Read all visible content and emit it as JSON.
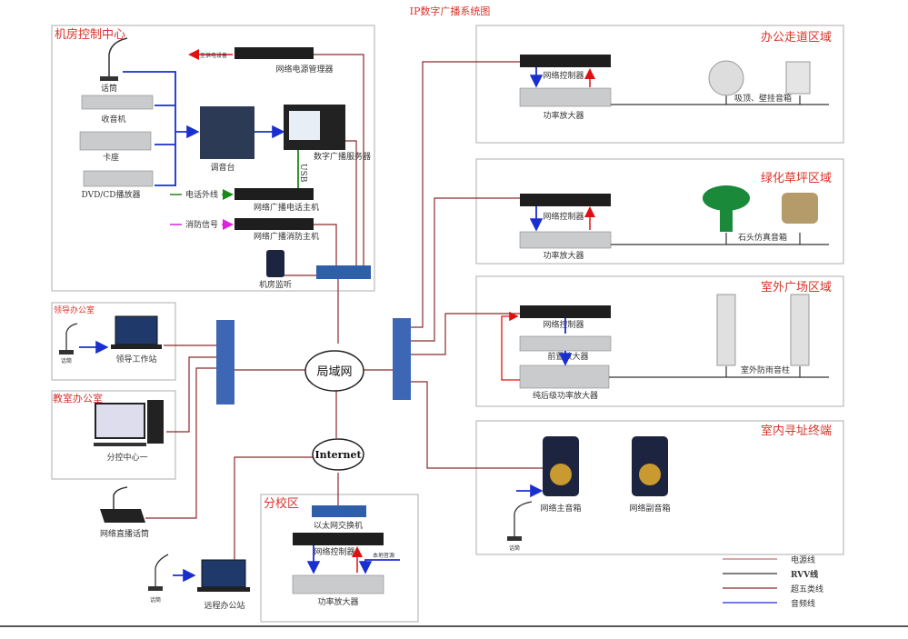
{
  "title": "IP数字广播系统图",
  "control_center": {
    "title": "机房控制中心",
    "mic": "话筒",
    "radio": "收音机",
    "cassette": "卡座",
    "dvd": "DVD/CD播放器",
    "mixer": "调音台",
    "server": "数字广播服务器",
    "usb": "USB",
    "power_manager": "网络电源管理器",
    "to_power": "至供电设备",
    "phone_line": "电话外线",
    "phone_host": "网络广播电话主机",
    "fire_signal": "消防信号",
    "fire_host": "网络广播消防主机",
    "monitor": "机房监听"
  },
  "leader_office": {
    "title": "领导办公室",
    "mic": "话筒",
    "workstation": "领导工作站"
  },
  "classroom_office": {
    "title": "教室办公室",
    "pc": "分控中心一"
  },
  "network_mic": "网络直播话筒",
  "remote": {
    "mic": "话筒",
    "laptop": "远程办公站"
  },
  "lan": "局域网",
  "internet": "Internet",
  "branch": {
    "title": "分校区",
    "switch": "以太网交换机",
    "controller": "网络控制器",
    "local_source": "本地音源",
    "amp": "功率放大器"
  },
  "zones": [
    {
      "title": "办公走道区域",
      "controller": "网络控制器",
      "amp": "功率放大器",
      "speakers": "吸顶、壁挂音箱"
    },
    {
      "title": "绿化草坪区域",
      "controller": "网络控制器",
      "amp": "功率放大器",
      "speakers": "石头仿真音箱"
    },
    {
      "title": "室外广场区域",
      "controller": "网络控制器",
      "preamp": "前置放大器",
      "amp": "纯后级功率放大器",
      "speakers": "室外防雨音柱"
    },
    {
      "title": "室内寻址终端",
      "main": "网络主音箱",
      "sub": "网络副音箱",
      "mic": "话筒"
    }
  ],
  "legend": [
    {
      "label": "电源线",
      "color": "#c87070"
    },
    {
      "label": "RVV线",
      "color": "#333333"
    },
    {
      "label": "超五类线",
      "color": "#8b2a2a"
    },
    {
      "label": "音频线",
      "color": "#1a2fd0"
    }
  ],
  "colors": {
    "accent": "#d9342b",
    "network": "#8b2a2a",
    "audio": "#1a2fd0",
    "phone": "#1a8a1a",
    "fire": "#e020e0"
  }
}
